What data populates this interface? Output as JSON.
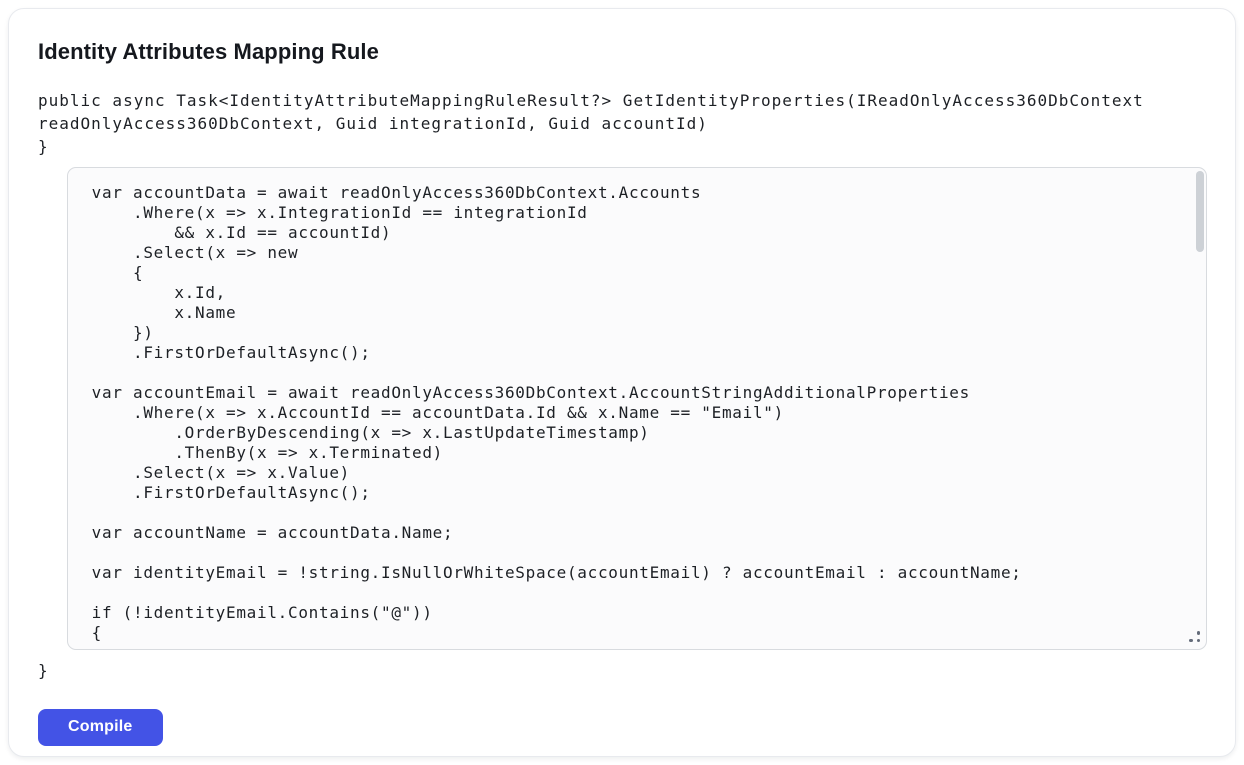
{
  "header": {
    "title": "Identity Attributes Mapping Rule"
  },
  "signature": {
    "lines": [
      "public async Task<IdentityAttributeMappingRuleResult?> GetIdentityProperties(IReadOnlyAccess360DbContext",
      "readOnlyAccess360DbContext, Guid integrationId, Guid accountId)",
      "}"
    ]
  },
  "editor": {
    "lines": [
      "  var accountData = await readOnlyAccess360DbContext.Accounts",
      "      .Where(x => x.IntegrationId == integrationId",
      "          && x.Id == accountId)",
      "      .Select(x => new",
      "      {",
      "          x.Id,",
      "          x.Name",
      "      })",
      "      .FirstOrDefaultAsync();",
      "",
      "  var accountEmail = await readOnlyAccess360DbContext.AccountStringAdditionalProperties",
      "      .Where(x => x.AccountId == accountData.Id && x.Name == \"Email\")",
      "          .OrderByDescending(x => x.LastUpdateTimestamp)",
      "          .ThenBy(x => x.Terminated)",
      "      .Select(x => x.Value)",
      "      .FirstOrDefaultAsync();",
      "",
      "  var accountName = accountData.Name;",
      "",
      "  var identityEmail = !string.IsNullOrWhiteSpace(accountEmail) ? accountEmail : accountName;",
      "",
      "  if (!identityEmail.Contains(\"@\"))",
      "  {"
    ]
  },
  "footer": {
    "closing_brace": "}"
  },
  "actions": {
    "compile_label": "Compile"
  },
  "colors": {
    "accent_button": "#4353e6",
    "button_text": "#ffffff",
    "card_border": "#e8eaee",
    "editor_border": "#d8dbdf",
    "editor_background": "#fbfbfc",
    "code_text": "#1d2025",
    "title_text": "#15181e",
    "scrollbar_thumb": "#cdd1d6",
    "resize_grip_dot": "#646c7a"
  }
}
